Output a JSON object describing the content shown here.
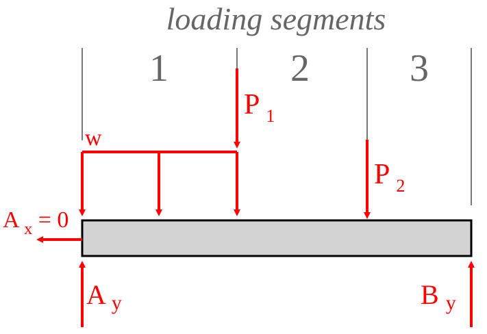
{
  "diagram": {
    "title": "loading segments",
    "segments": [
      {
        "label": "1"
      },
      {
        "label": "2"
      },
      {
        "label": "3"
      }
    ],
    "loads": {
      "distributed": {
        "label": "w"
      },
      "point_1": {
        "label": "P",
        "subscript": "1"
      },
      "point_2": {
        "label": "P",
        "subscript": "2"
      }
    },
    "reactions": {
      "ax": {
        "label": "A",
        "subscript": "x",
        "suffix": "= 0"
      },
      "ay": {
        "label": "A",
        "subscript": "y"
      },
      "by": {
        "label": "B",
        "subscript": "y"
      }
    },
    "colors": {
      "load": "#ff0000",
      "beam_fill": "#d3d3d3",
      "beam_stroke": "#000000",
      "segment_text": "#666666",
      "divider": "#777777"
    }
  }
}
